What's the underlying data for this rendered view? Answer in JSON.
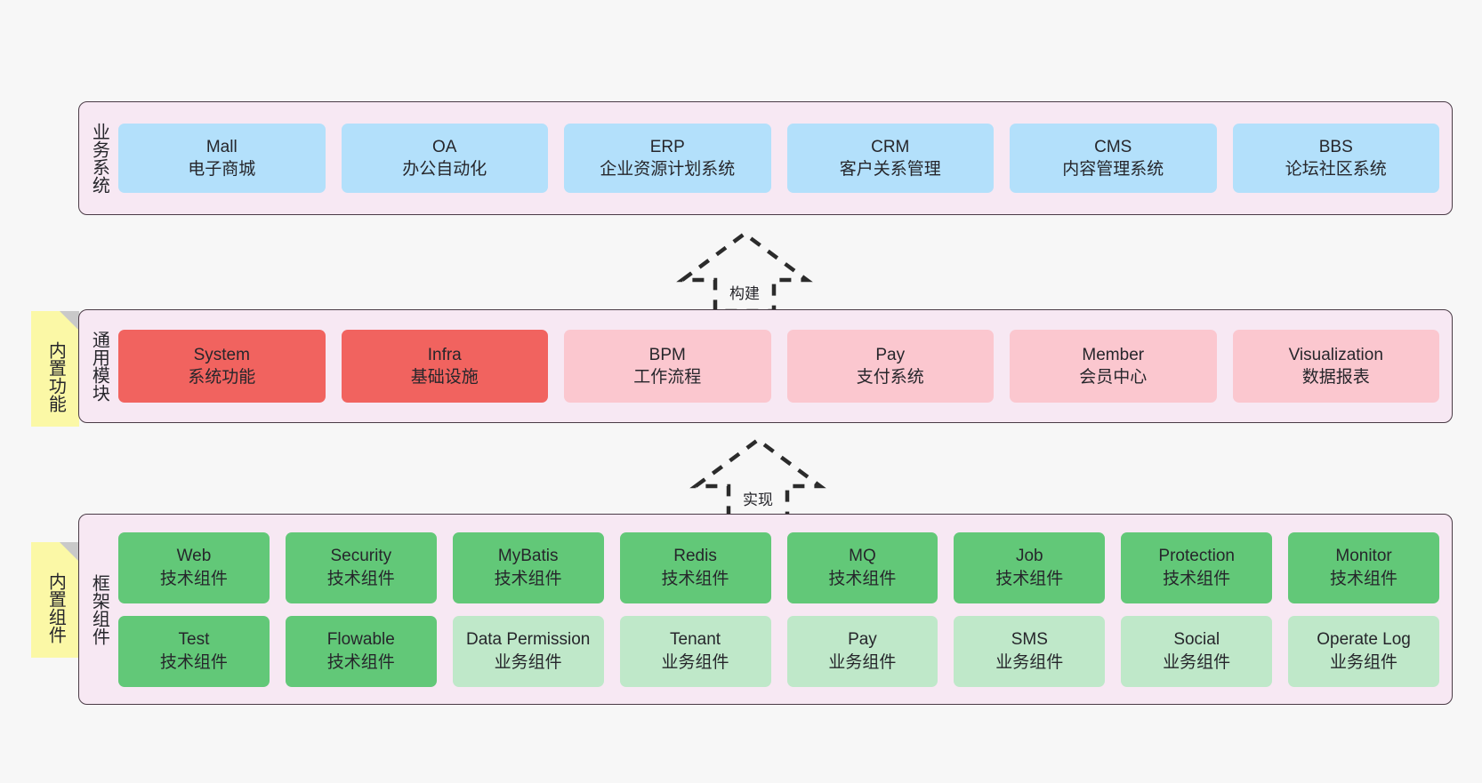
{
  "diagram": {
    "title": "Layered architecture diagram",
    "background": "#f7f7f7",
    "panel_bg": "#f7e8f3",
    "panel_border": "#4a3b46",
    "note_bg": "#fbf8a6",
    "note_fold": "#c9c9c9"
  },
  "notes": [
    {
      "id": "builtin-functions",
      "label": "内置功能"
    },
    {
      "id": "builtin-components",
      "label": "内置组件"
    }
  ],
  "arrows": [
    {
      "id": "build",
      "label": "构建",
      "direction": "up",
      "style": "dashed-block-arrow"
    },
    {
      "id": "realize",
      "label": "实现",
      "direction": "up",
      "style": "dashed-block-arrow"
    }
  ],
  "layers": [
    {
      "id": "business",
      "title": "业务系统",
      "color": "#b3e0fb",
      "rows": [
        [
          {
            "en": "Mall",
            "cn": "电子商城",
            "color": "#b3e0fb"
          },
          {
            "en": "OA",
            "cn": "办公自动化",
            "color": "#b3e0fb"
          },
          {
            "en": "ERP",
            "cn": "企业资源计划系统",
            "color": "#b3e0fb"
          },
          {
            "en": "CRM",
            "cn": "客户关系管理",
            "color": "#b3e0fb"
          },
          {
            "en": "CMS",
            "cn": "内容管理系统",
            "color": "#b3e0fb"
          },
          {
            "en": "BBS",
            "cn": "论坛社区系统",
            "color": "#b3e0fb"
          }
        ]
      ]
    },
    {
      "id": "common",
      "title": "通用模块",
      "color": "#fbc7cf",
      "rows": [
        [
          {
            "en": "System",
            "cn": "系统功能",
            "color": "#f1635f"
          },
          {
            "en": "Infra",
            "cn": "基础设施",
            "color": "#f1635f"
          },
          {
            "en": "BPM",
            "cn": "工作流程",
            "color": "#fbc7cf"
          },
          {
            "en": "Pay",
            "cn": "支付系统",
            "color": "#fbc7cf"
          },
          {
            "en": "Member",
            "cn": "会员中心",
            "color": "#fbc7cf"
          },
          {
            "en": "Visualization",
            "cn": "数据报表",
            "color": "#fbc7cf"
          }
        ]
      ]
    },
    {
      "id": "framework",
      "title": "框架组件",
      "color": "#62c878",
      "rows": [
        [
          {
            "en": "Web",
            "cn": "技术组件",
            "color": "#62c878"
          },
          {
            "en": "Security",
            "cn": "技术组件",
            "color": "#62c878"
          },
          {
            "en": "MyBatis",
            "cn": "技术组件",
            "color": "#62c878"
          },
          {
            "en": "Redis",
            "cn": "技术组件",
            "color": "#62c878"
          },
          {
            "en": "MQ",
            "cn": "技术组件",
            "color": "#62c878"
          },
          {
            "en": "Job",
            "cn": "技术组件",
            "color": "#62c878"
          },
          {
            "en": "Protection",
            "cn": "技术组件",
            "color": "#62c878"
          },
          {
            "en": "Monitor",
            "cn": "技术组件",
            "color": "#62c878"
          }
        ],
        [
          {
            "en": "Test",
            "cn": "技术组件",
            "color": "#62c878"
          },
          {
            "en": "Flowable",
            "cn": "技术组件",
            "color": "#62c878"
          },
          {
            "en": "Data Permission",
            "cn": "业务组件",
            "color": "#bfe8c9"
          },
          {
            "en": "Tenant",
            "cn": "业务组件",
            "color": "#bfe8c9"
          },
          {
            "en": "Pay",
            "cn": "业务组件",
            "color": "#bfe8c9"
          },
          {
            "en": "SMS",
            "cn": "业务组件",
            "color": "#bfe8c9"
          },
          {
            "en": "Social",
            "cn": "业务组件",
            "color": "#bfe8c9"
          },
          {
            "en": "Operate Log",
            "cn": "业务组件",
            "color": "#bfe8c9"
          }
        ]
      ]
    }
  ]
}
